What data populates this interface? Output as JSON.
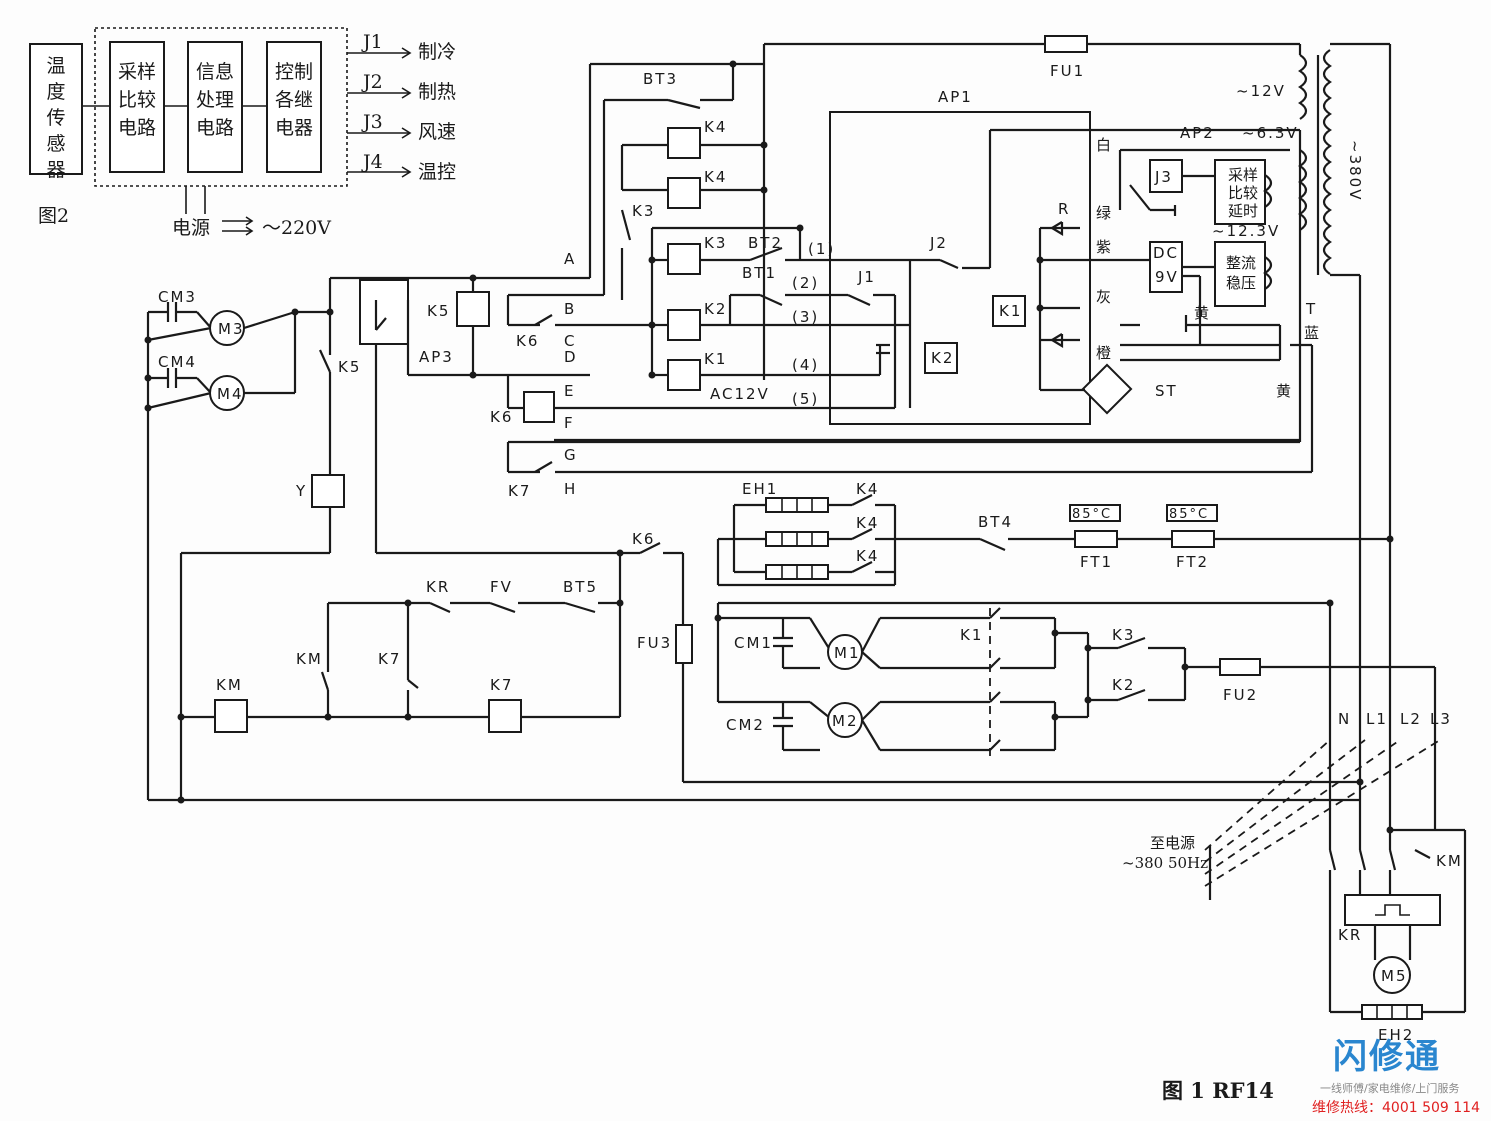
{
  "fig2": {
    "blocks": [
      "温度传感器",
      "采样比较电路",
      "信息处理电路",
      "控制各继电器"
    ],
    "outputs": [
      {
        "code": "J1",
        "label": "制冷"
      },
      {
        "code": "J2",
        "label": "制热"
      },
      {
        "code": "J3",
        "label": "风速"
      },
      {
        "code": "J4",
        "label": "温控"
      }
    ],
    "power_label": "电源",
    "power_value": "～220V",
    "caption": "图2"
  },
  "labels": {
    "CM3": "CM3",
    "CM4": "CM4",
    "M3": "M3",
    "M4": "M4",
    "K5": "K5",
    "K5b": "K5",
    "AP3": "AP3",
    "Y": "Y",
    "BT3": "BT3",
    "BT2": "BT2",
    "BT1": "BT1",
    "K4a": "K4",
    "K4b": "K4",
    "K3": "K3",
    "K3b": "K3",
    "K2": "K2",
    "K1": "K1",
    "K6": "K6",
    "K6b": "K6",
    "K7": "K7",
    "AC12V": "AC12V",
    "J1": "J1",
    "J2": "J2",
    "AP1": "AP1",
    "AP2": "AP2",
    "FU1": "FU1",
    "v12": "~12V",
    "v63": "~6.3V",
    "v125": "~12.3V",
    "v380": "~380V",
    "J3": "J3",
    "DC": "DC",
    "DC9V": "9V",
    "R": "R",
    "ST": "ST",
    "T": "T",
    "K1box": "K1",
    "K2box": "K2",
    "EH1": "EH1",
    "BT4": "BT4",
    "FT1": "FT1",
    "FT2": "FT2",
    "t85a": "85°C",
    "t85b": "85°C",
    "KR": "KR",
    "FV": "FV",
    "BT5": "BT5",
    "KM": "KM",
    "K7b": "K7",
    "K7c": "K7",
    "KMbox": "KM",
    "FU3": "FU3",
    "FU2": "FU2",
    "CM1": "CM1",
    "CM2": "CM2",
    "M1": "M1",
    "M2": "M2",
    "K1sw": "K1",
    "K3sw": "K3",
    "K2sw": "K2",
    "N": "N",
    "L1": "L1",
    "L2": "L2",
    "L3": "L3",
    "KM2": "KM",
    "KR2": "KR",
    "M5": "M5",
    "EH2": "EH2",
    "supply": "至电源",
    "supply_v": "~380 50Hz"
  },
  "terminals": [
    "A",
    "B",
    "C",
    "D",
    "E",
    "F",
    "G",
    "H"
  ],
  "wires_cn": {
    "white": "白",
    "green": "绿",
    "purple": "紫",
    "grey": "灰",
    "orange": "橙",
    "yellow1": "黄",
    "blue": "蓝",
    "yellow2": "黄"
  },
  "ap2_blocks": {
    "sample": [
      "采样",
      "比较",
      "延时"
    ],
    "rect": [
      "整流",
      "稳压"
    ]
  },
  "numbers": [
    "(1)",
    "(2)",
    "(3)",
    "(4)",
    "(5)"
  ],
  "caption": "图 1   RF14",
  "watermark": {
    "brand": "闪修通",
    "sub": "一线师傅/家电维修/上门服务",
    "hotline": "维修热线：4001 509 114"
  }
}
